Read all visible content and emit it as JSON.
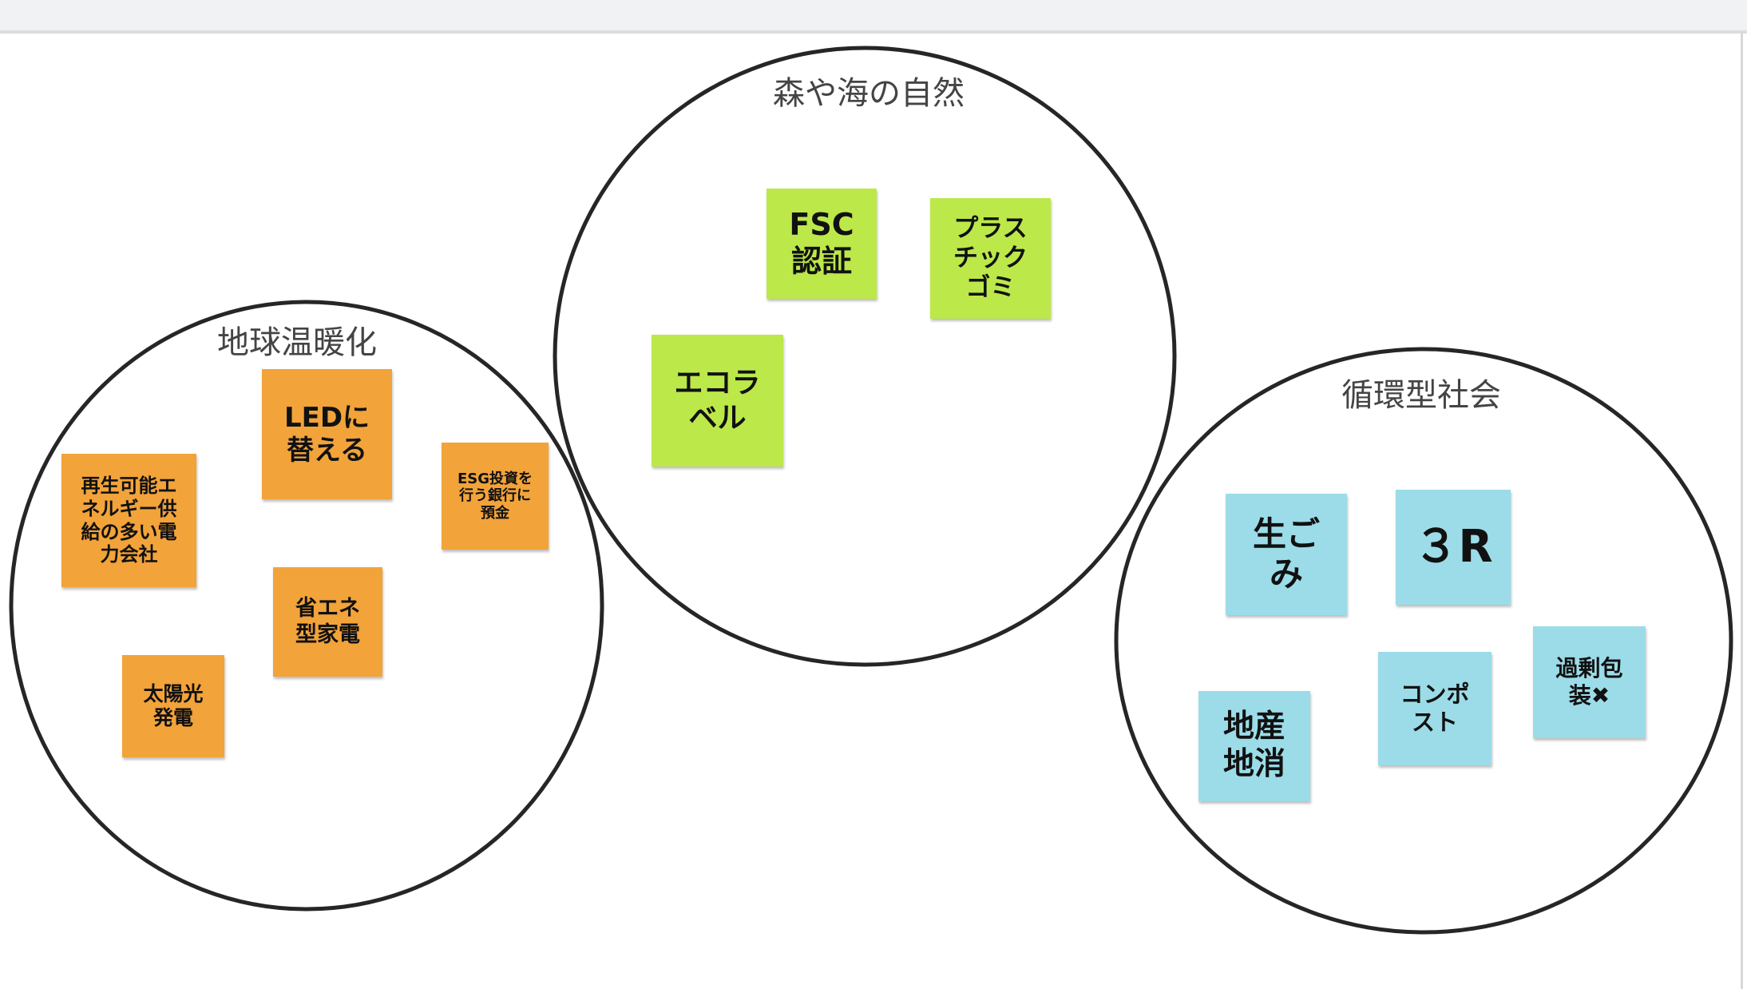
{
  "colors": {
    "orange": "#f2a33a",
    "green": "#bce84a",
    "cyan": "#9bdce8"
  },
  "groups": [
    {
      "title": "地球温暖化"
    },
    {
      "title": "森や海の自然"
    },
    {
      "title": "循環型社会"
    }
  ],
  "stickies": {
    "led": "LEDに\n替える",
    "renewable": "再生可能エ\nネルギー供\n給の多い電\n力会社",
    "esg": "ESG投資を\n行う銀行に\n預金",
    "energy_saving": "省エネ\n型家電",
    "solar": "太陽光\n発電",
    "fsc": "FSC\n認証",
    "plastic": "プラス\nチック\nゴミ",
    "ecolabel": "エコラ\nベル",
    "food_waste": "生ご\nみ",
    "three_r": "３R",
    "overpackaging": "過剰包\n装✖",
    "compost": "コンポ\nスト",
    "local": "地産\n地消"
  }
}
